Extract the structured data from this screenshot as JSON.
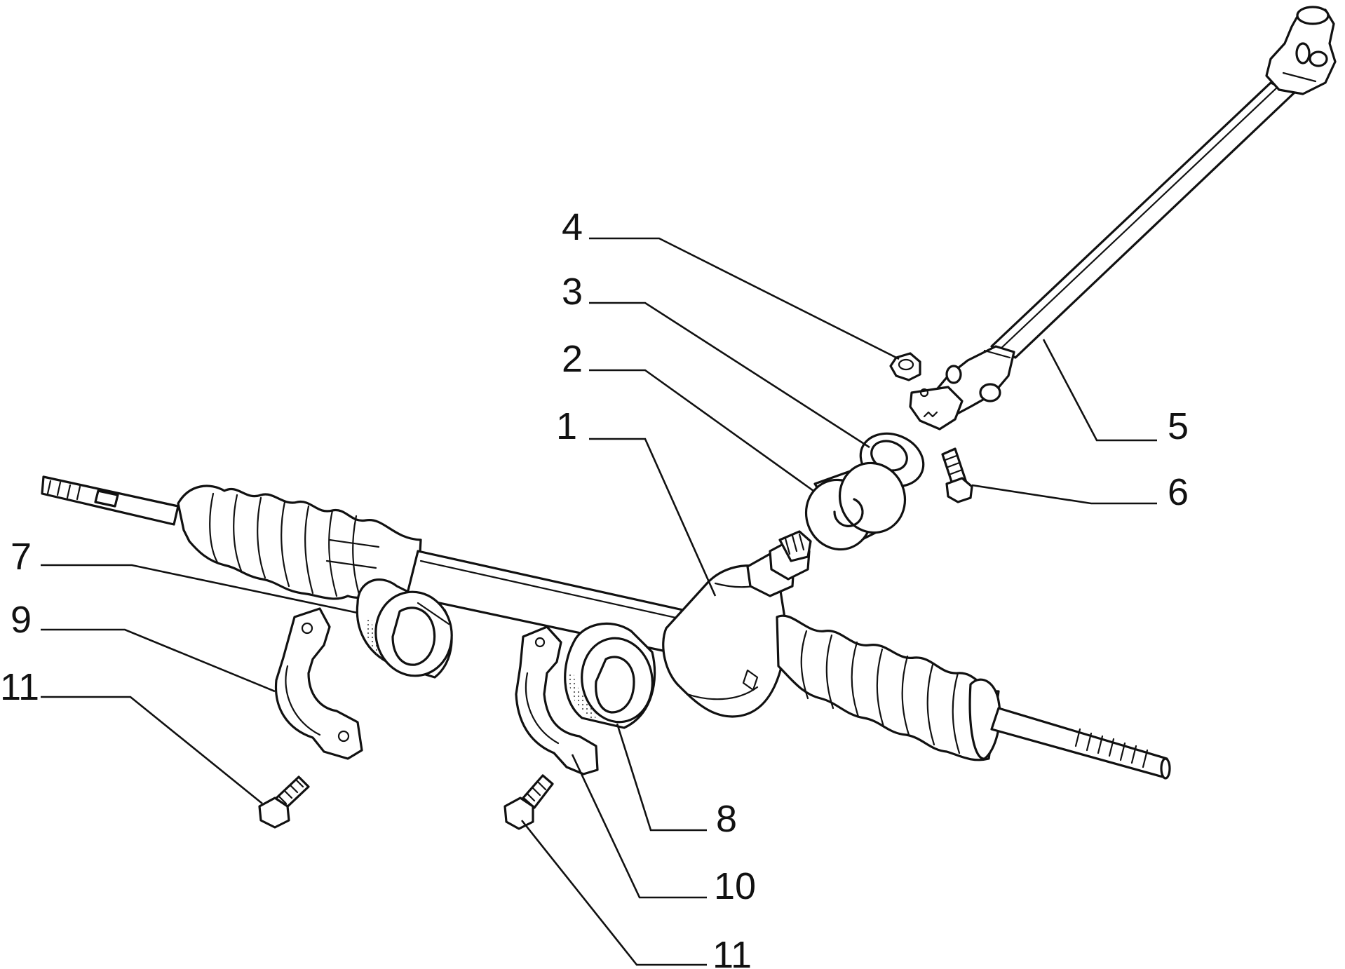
{
  "colors": {
    "ink": "#111111",
    "paper": "#ffffff",
    "stipple": "#cfcfcf"
  },
  "callouts": [
    {
      "id": "c1",
      "label": "1"
    },
    {
      "id": "c2",
      "label": "2"
    },
    {
      "id": "c3",
      "label": "3"
    },
    {
      "id": "c4",
      "label": "4"
    },
    {
      "id": "c5",
      "label": "5"
    },
    {
      "id": "c6",
      "label": "6"
    },
    {
      "id": "c7",
      "label": "7"
    },
    {
      "id": "c8",
      "label": "8"
    },
    {
      "id": "c9",
      "label": "9"
    },
    {
      "id": "c10",
      "label": "10"
    },
    {
      "id": "c11a",
      "label": "11"
    },
    {
      "id": "c11b",
      "label": "11"
    }
  ]
}
